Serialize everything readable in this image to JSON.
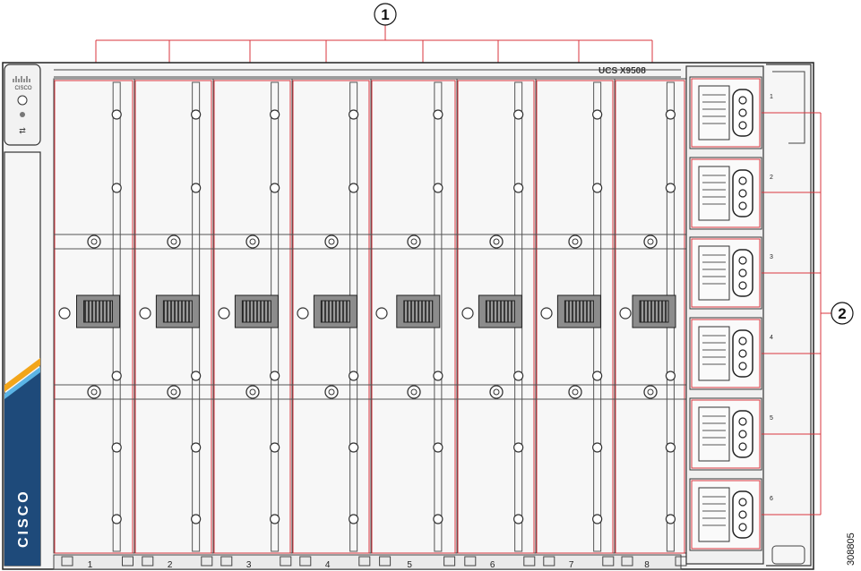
{
  "callouts": {
    "one": "1",
    "two": "2"
  },
  "chassis": {
    "model": "UCS X9508",
    "logo_small": "CISCO",
    "logo_vertical": "CISCO"
  },
  "slots": {
    "labels": [
      "1",
      "2",
      "3",
      "4",
      "5",
      "6",
      "7",
      "8"
    ]
  },
  "psus": {
    "labels": [
      "1",
      "2",
      "3",
      "4",
      "5",
      "6"
    ]
  },
  "figure": {
    "id": "308805"
  },
  "colors": {
    "callout": "#d9363e",
    "line": "#222222",
    "logo_band": "#1e4a7a"
  }
}
